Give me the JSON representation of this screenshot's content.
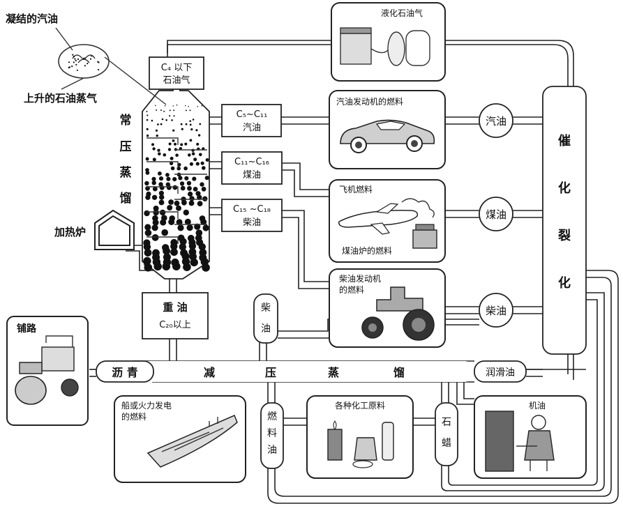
{
  "inset": {
    "condensed": "凝结的汽油",
    "rising": "上升的石油蒸气"
  },
  "column": {
    "title": [
      "常",
      "压",
      "蒸",
      "馏"
    ],
    "c4_label": "C₄ 以下",
    "c4_sub": "石油气",
    "heater": "加热炉"
  },
  "fractions": [
    {
      "label": "C₅~C₁₁",
      "name": "汽油"
    },
    {
      "label": "C₁₁~C₁₆",
      "name": "煤油"
    },
    {
      "label": "C₁₅ ~C₁₈",
      "name": "柴油"
    }
  ],
  "heavy_oil": {
    "title": "重 油",
    "range": "C₂₀以上"
  },
  "products": {
    "lpg": "液化石油气",
    "gasoline_engine": "汽油发动机的燃料",
    "aircraft_fuel": "飞机燃料",
    "stove_fuel": "煤油炉的燃料",
    "diesel_engine": [
      "柴油发动机",
      "的燃料"
    ],
    "road_paving": "铺路",
    "ship_fuel": [
      "船或火力发电",
      "的燃料"
    ],
    "chemicals": "各种化工原料",
    "machine_oil": "机油"
  },
  "circles": {
    "gasoline": "汽油",
    "kerosene": "煤油",
    "diesel": "柴油"
  },
  "cracking": [
    "催",
    "化",
    "裂",
    "化"
  ],
  "vacuum": {
    "asphalt": "沥 青",
    "title": [
      "减",
      "压",
      "蒸",
      "馏"
    ],
    "lube_oil": "润滑油",
    "diesel": [
      "柴",
      "油"
    ],
    "fuel_oil": [
      "燃",
      "料",
      "油"
    ],
    "paraffin": [
      "石",
      "蜡"
    ]
  }
}
